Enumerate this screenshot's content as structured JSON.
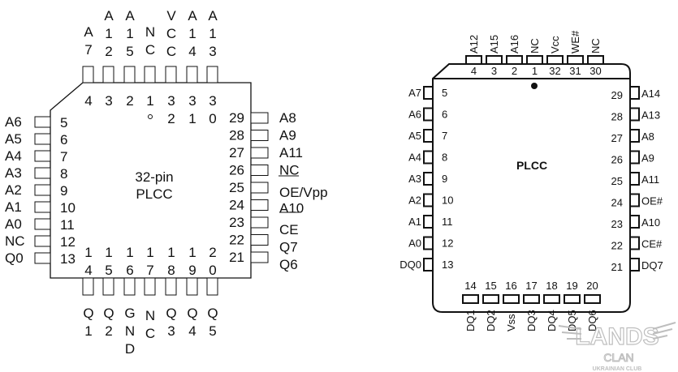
{
  "left_chip": {
    "title_line1": "32-pin",
    "title_line2": "PLCC",
    "top_pins": [
      {
        "num": "4",
        "label": "A7"
      },
      {
        "num": "3",
        "label": "A12"
      },
      {
        "num": "2",
        "label": "A15"
      },
      {
        "num": "1",
        "label": "NC"
      },
      {
        "num": "32",
        "label": "VCC"
      },
      {
        "num": "31",
        "label": "A14"
      },
      {
        "num": "30",
        "label": "A13"
      }
    ],
    "left_pins": [
      {
        "num": "5",
        "label": "A6"
      },
      {
        "num": "6",
        "label": "A5"
      },
      {
        "num": "7",
        "label": "A4"
      },
      {
        "num": "8",
        "label": "A3"
      },
      {
        "num": "9",
        "label": "A2"
      },
      {
        "num": "10",
        "label": "A1"
      },
      {
        "num": "11",
        "label": "A0"
      },
      {
        "num": "12",
        "label": "NC"
      },
      {
        "num": "13",
        "label": "Q0"
      }
    ],
    "right_pins": [
      {
        "num": "29",
        "label": "A8"
      },
      {
        "num": "28",
        "label": "A9"
      },
      {
        "num": "27",
        "label": "A11"
      },
      {
        "num": "26",
        "label": "NC"
      },
      {
        "num": "25",
        "label": "OE/Vpp",
        "overline": true
      },
      {
        "num": "24",
        "label": "A10"
      },
      {
        "num": "23",
        "label": "CE",
        "overline": true
      },
      {
        "num": "22",
        "label": "Q7"
      },
      {
        "num": "21",
        "label": "Q6"
      }
    ],
    "bottom_pins": [
      {
        "num": "14",
        "label": "Q1"
      },
      {
        "num": "15",
        "label": "Q2"
      },
      {
        "num": "16",
        "label": "GND"
      },
      {
        "num": "17",
        "label": "NC"
      },
      {
        "num": "18",
        "label": "Q3"
      },
      {
        "num": "19",
        "label": "Q4"
      },
      {
        "num": "20",
        "label": "Q5"
      }
    ]
  },
  "right_chip": {
    "title": "PLCC",
    "top_pins": [
      {
        "num": "4",
        "label": "A12"
      },
      {
        "num": "3",
        "label": "A15"
      },
      {
        "num": "2",
        "label": "A16"
      },
      {
        "num": "1",
        "label": "NC"
      },
      {
        "num": "32",
        "label": "Vcc"
      },
      {
        "num": "31",
        "label": "WE#"
      },
      {
        "num": "30",
        "label": "NC"
      }
    ],
    "left_pins": [
      {
        "num": "5",
        "label": "A7"
      },
      {
        "num": "6",
        "label": "A6"
      },
      {
        "num": "7",
        "label": "A5"
      },
      {
        "num": "8",
        "label": "A4"
      },
      {
        "num": "9",
        "label": "A3"
      },
      {
        "num": "10",
        "label": "A2"
      },
      {
        "num": "11",
        "label": "A1"
      },
      {
        "num": "12",
        "label": "A0"
      },
      {
        "num": "13",
        "label": "DQ0"
      }
    ],
    "right_pins": [
      {
        "num": "29",
        "label": "A14"
      },
      {
        "num": "28",
        "label": "A13"
      },
      {
        "num": "27",
        "label": "A8"
      },
      {
        "num": "26",
        "label": "A9"
      },
      {
        "num": "25",
        "label": "A11"
      },
      {
        "num": "24",
        "label": "OE#"
      },
      {
        "num": "23",
        "label": "A10"
      },
      {
        "num": "22",
        "label": "CE#"
      },
      {
        "num": "21",
        "label": "DQ7"
      }
    ],
    "bottom_pins": [
      {
        "num": "14",
        "label": "DQ1"
      },
      {
        "num": "15",
        "label": "DQ2"
      },
      {
        "num": "16",
        "label": "Vss"
      },
      {
        "num": "17",
        "label": "DQ3"
      },
      {
        "num": "18",
        "label": "DQ4"
      },
      {
        "num": "19",
        "label": "DQ5"
      },
      {
        "num": "20",
        "label": "DQ6"
      }
    ]
  },
  "watermark": {
    "line1": "LANDS",
    "line2": "CLAN",
    "line3": "UKRAINIAN CLUB",
    "color": "#b8b8b8"
  }
}
